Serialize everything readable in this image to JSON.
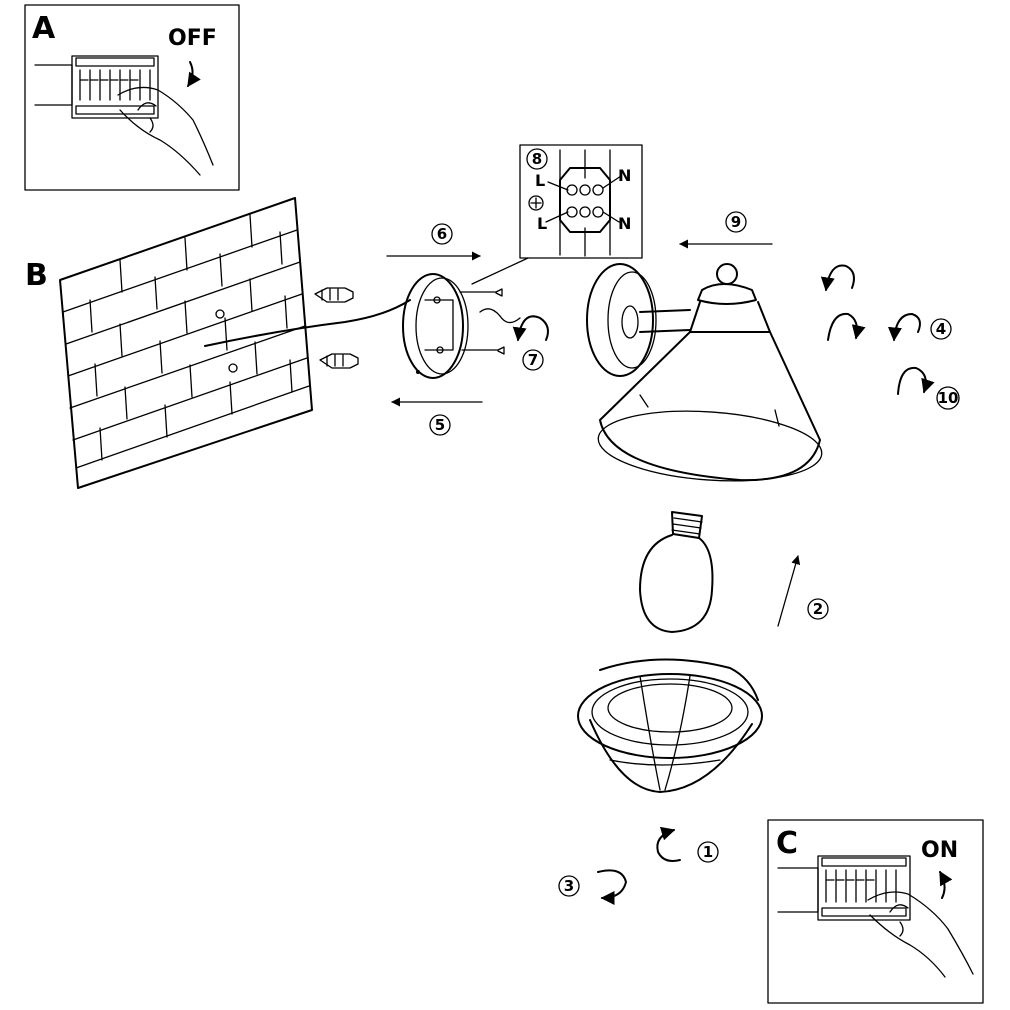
{
  "panels": {
    "a": {
      "letter": "A",
      "state": "OFF"
    },
    "b": {
      "letter": "B"
    },
    "c": {
      "letter": "C",
      "state": "ON"
    }
  },
  "wiring": {
    "step": "8",
    "terminals": [
      "L",
      "N",
      "L",
      "N"
    ]
  },
  "steps": {
    "s1": "1",
    "s2": "2",
    "s3": "3",
    "s4": "4",
    "s5": "5",
    "s6": "6",
    "s7": "7",
    "s9": "9",
    "s10": "10"
  }
}
